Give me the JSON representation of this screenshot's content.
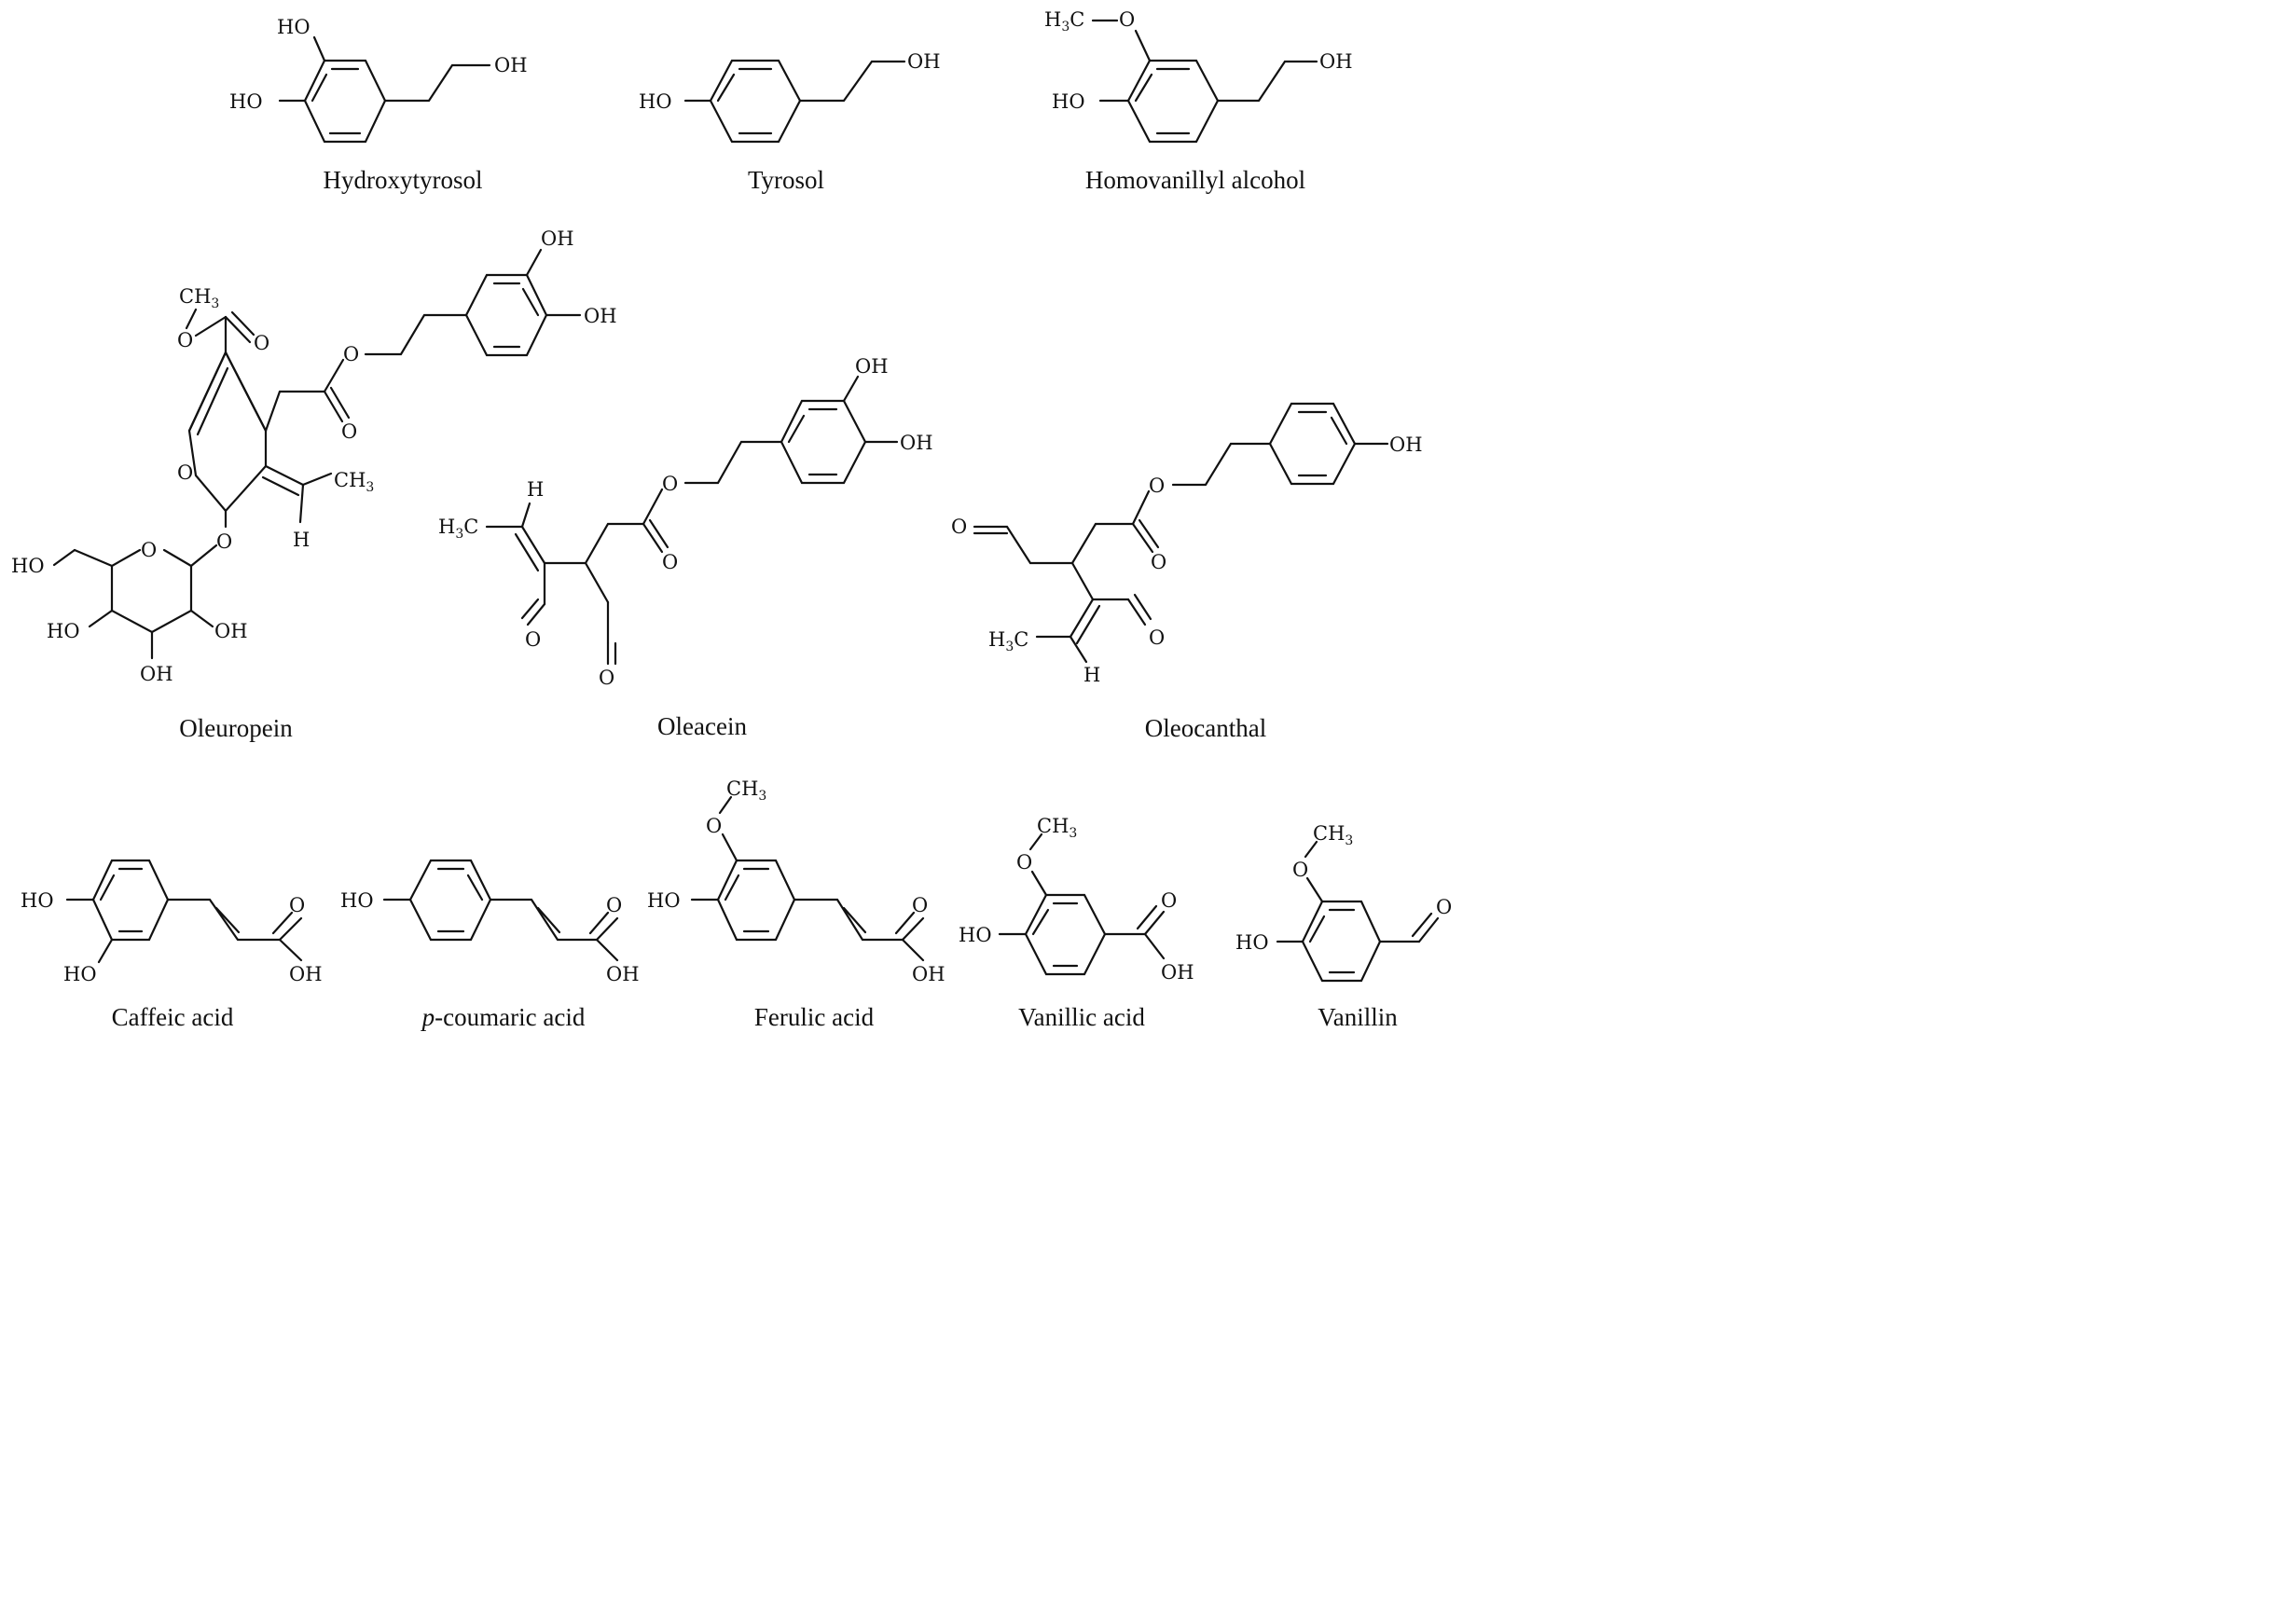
{
  "compounds": [
    {
      "id": "hydroxytyrosol",
      "name": "Hydroxytyrosol"
    },
    {
      "id": "tyrosol",
      "name": "Tyrosol"
    },
    {
      "id": "homovanillyl",
      "name": "Homovanillyl alcohol"
    },
    {
      "id": "oleuropein",
      "name": "Oleuropein"
    },
    {
      "id": "oleacein",
      "name": "Oleacein"
    },
    {
      "id": "oleocanthal",
      "name": "Oleocanthal"
    },
    {
      "id": "caffeic",
      "name": "Caffeic acid"
    },
    {
      "id": "pcoumaric",
      "name_prefix": "p",
      "name_rest": "-coumaric acid"
    },
    {
      "id": "ferulic",
      "name": "Ferulic acid"
    },
    {
      "id": "vanillic",
      "name": "Vanillic acid"
    },
    {
      "id": "vanillin",
      "name": "Vanillin"
    }
  ],
  "atom_labels": {
    "oh": "OH",
    "ho": "HO",
    "o": "O",
    "h": "H",
    "c": "C",
    "ch": "CH",
    "h_": "H",
    "three": "3"
  }
}
